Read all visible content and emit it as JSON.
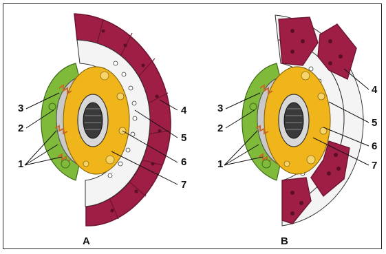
{
  "diagram": {
    "panel_a": {
      "label": "A",
      "callouts": [
        "1",
        "2",
        "3",
        "4",
        "5",
        "6",
        "7"
      ]
    },
    "panel_b": {
      "label": "B",
      "callouts": [
        "1",
        "2",
        "3",
        "4",
        "5",
        "6",
        "7"
      ]
    }
  },
  "colors": {
    "friction_lining": "#9e1e45",
    "lining_edge": "#6d1430",
    "hub_plate": "#f1b51c",
    "damper_cover": "#7fba3a",
    "carrier_plate": "#f4f4f4",
    "springs": "#c8692c",
    "outline": "#333333",
    "frame": "#222222"
  }
}
